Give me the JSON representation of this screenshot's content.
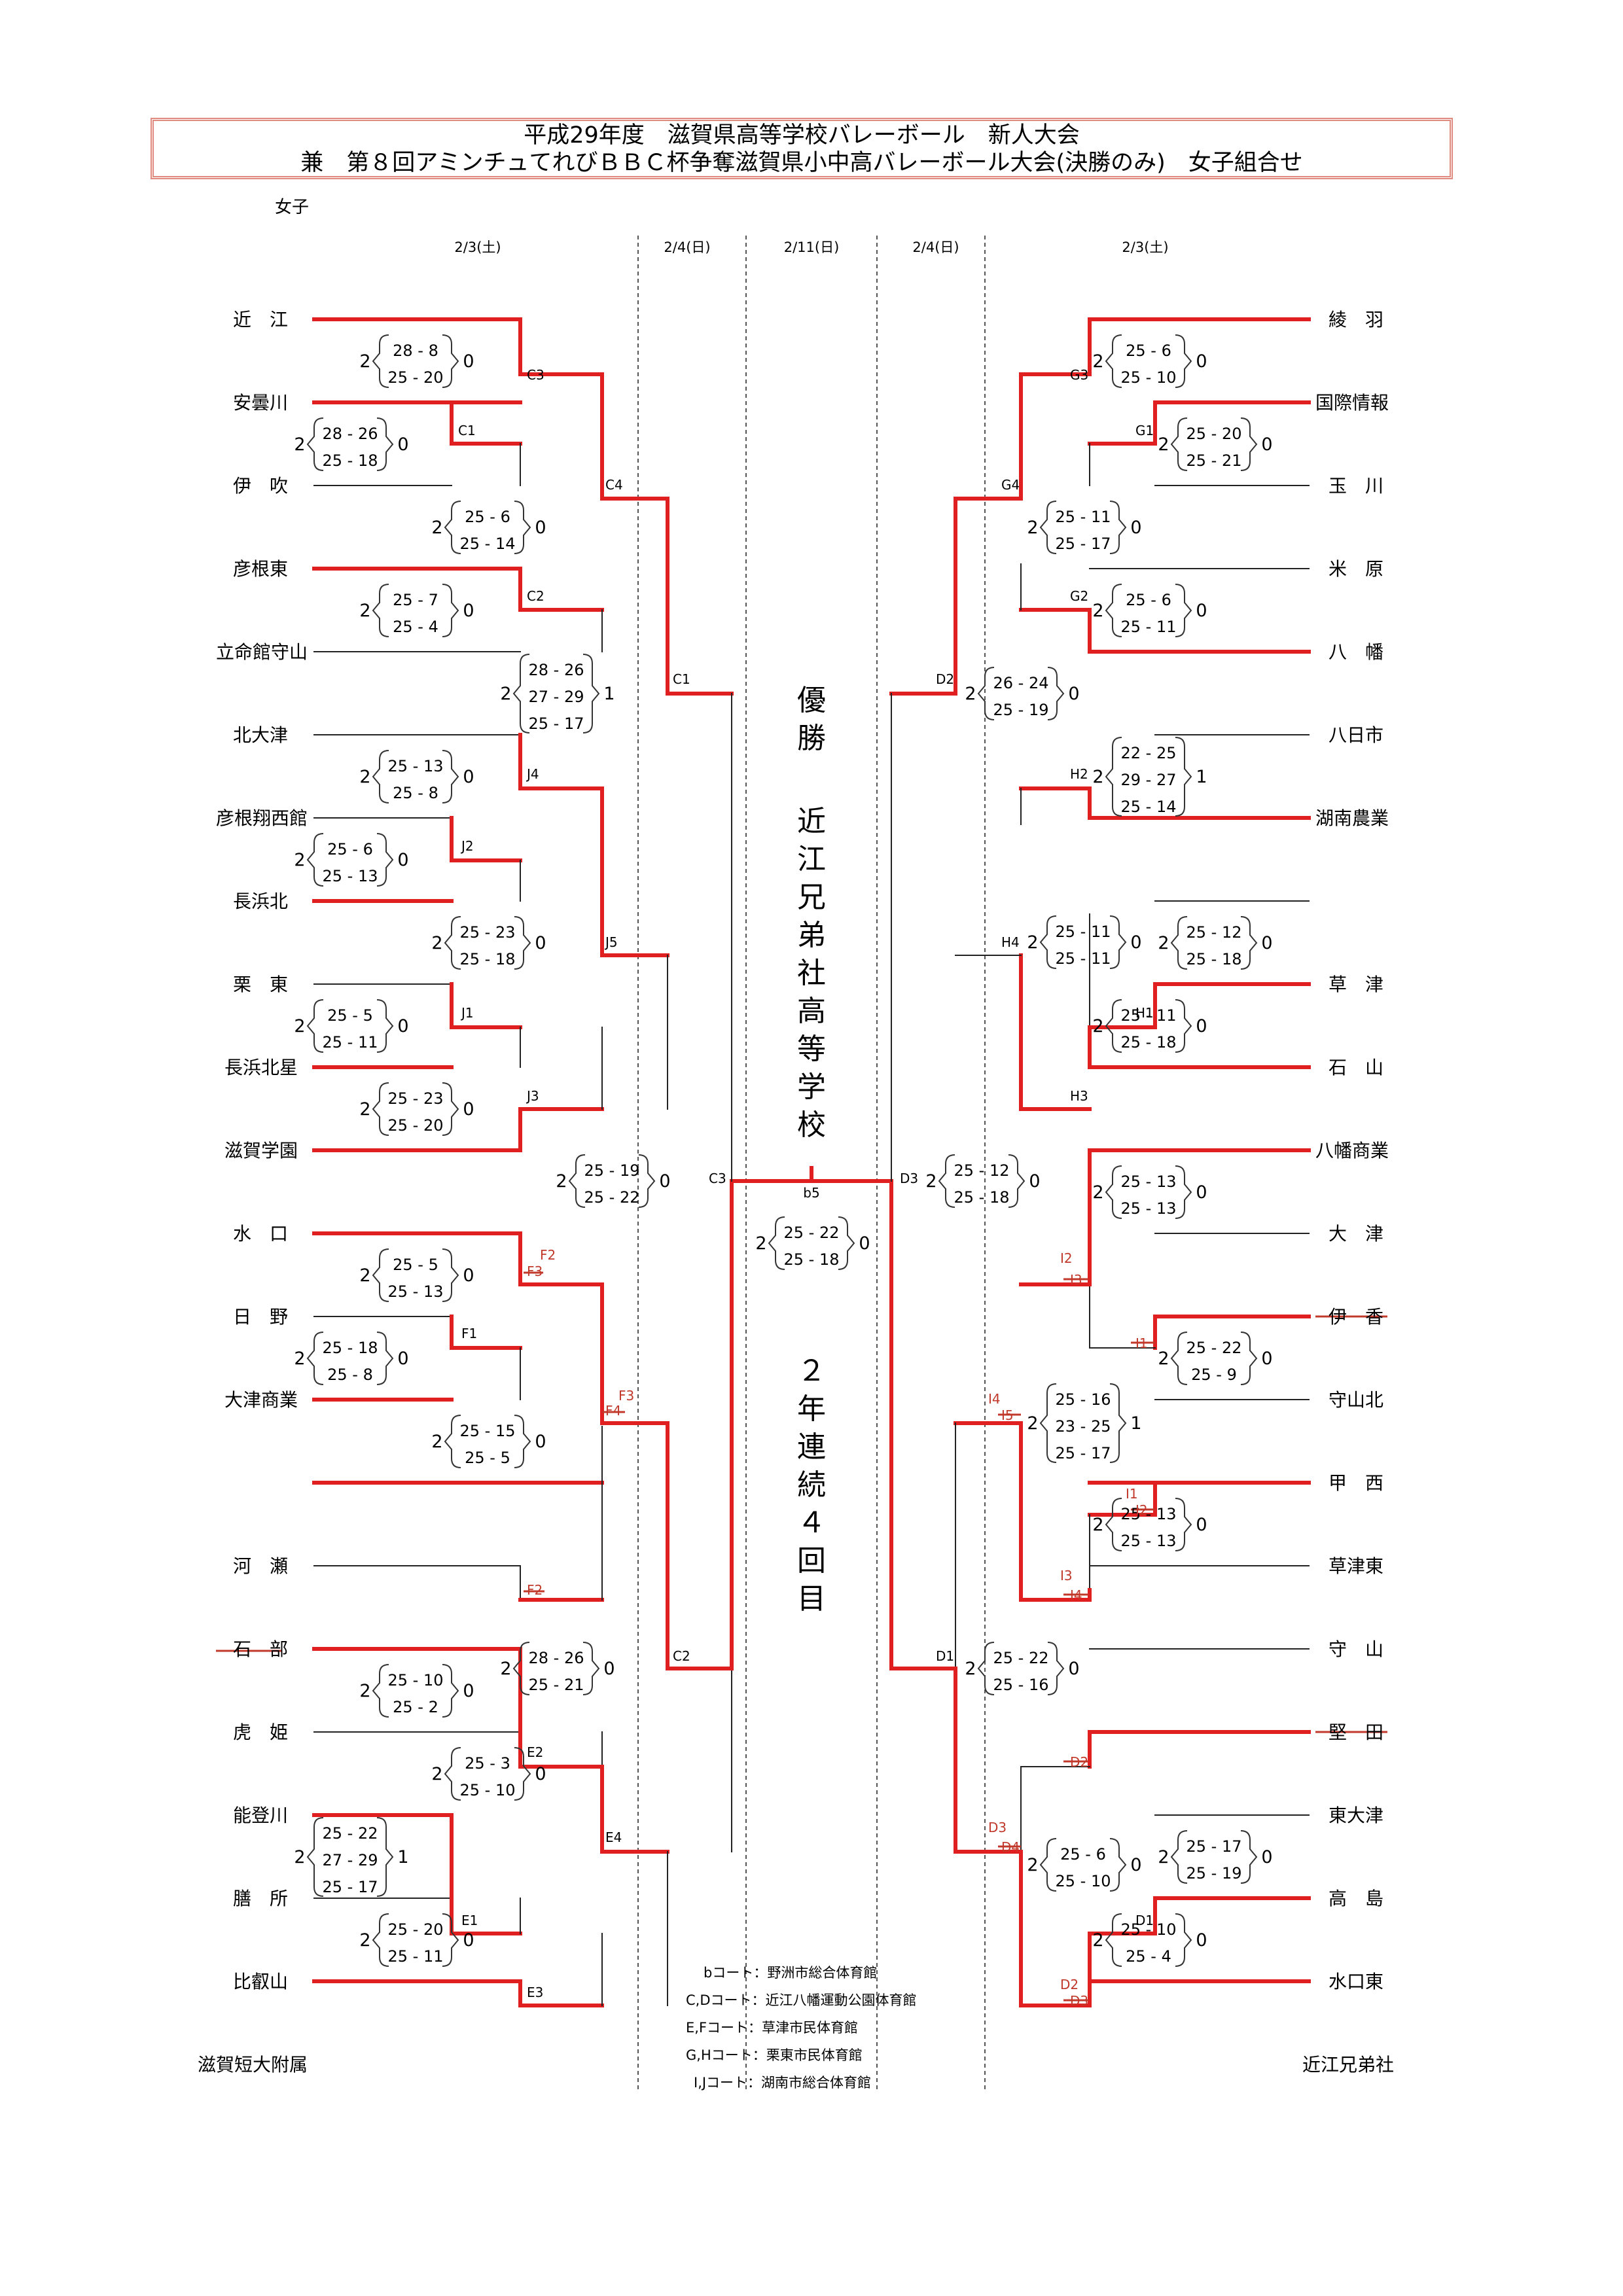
{
  "header": {
    "title_line1": "平成29年度　滋賀県高等学校バレーボール　新人大会",
    "title_line2": "兼　第８回アミンチュてれびＢＢＣ杯争奪滋賀県小中高バレーボール大会(決勝のみ)　女子組合せ",
    "category": "女子"
  },
  "dates": {
    "left_r1": "2/3(土)",
    "left_r3": "2/4(日)",
    "final": "2/11(日)",
    "right_r3": "2/4(日)",
    "right_r1": "2/3(土)"
  },
  "champion": {
    "label": "優勝",
    "team": "近江兄弟社高等学校",
    "streak": "２年連続４回目"
  },
  "colors": {
    "win": "#e02020",
    "line": "#222222",
    "mark": "#c0392b"
  },
  "left_teams": [
    "近　江",
    "安曇川",
    "伊　吹",
    "彦根東",
    "立命館守山",
    "北大津",
    "彦根翔西館",
    "長浜北",
    "栗　東",
    "長浜北星",
    "滋賀学園",
    "水　口",
    "日　野",
    "大津商業",
    "河　瀬",
    "石　部",
    "虎　姫",
    "能登川",
    "膳　所",
    "比叡山",
    "滋賀短大附属"
  ],
  "right_teams": [
    "綾　羽",
    "国際情報",
    "玉　川",
    "米　原",
    "八　幡",
    "八日市",
    "湖南農業",
    "草　津",
    "石　山",
    "八幡商業",
    "大　津",
    "伊　香",
    "守山北",
    "甲　西",
    "草津東",
    "守　山",
    "堅　田",
    "東大津",
    "高　島",
    "水口東",
    "近江兄弟社"
  ],
  "labels": {
    "C1": "C1",
    "C2": "C2",
    "C3": "C3",
    "C4": "C4",
    "J1": "J1",
    "J2": "J2",
    "J3": "J3",
    "J4": "J4",
    "J5": "J5",
    "F1": "F1",
    "F2": "F2",
    "F3": "F3",
    "F4": "F4",
    "E1": "E1",
    "E2": "E2",
    "E3": "E3",
    "E4": "E4",
    "G1": "G1",
    "G2": "G2",
    "G3": "G3",
    "G4": "G4",
    "H1": "H1",
    "H2": "H2",
    "H3": "H3",
    "H4": "H4",
    "I1": "I1",
    "I2": "I2",
    "I3": "I3",
    "I4": "I4",
    "I5": "I5",
    "D1": "D1",
    "D2": "D2",
    "D3": "D3",
    "D4": "D4",
    "b5": "b5"
  },
  "left_matches": [
    {
      "sets": [
        "28 - 8",
        "25 - 20"
      ],
      "sw": "2",
      "sl": "0"
    },
    {
      "sets": [
        "28 - 26",
        "25 - 18"
      ],
      "sw": "2",
      "sl": "0"
    },
    {
      "sets": [
        "25 - 6",
        "25 - 14"
      ],
      "sw": "2",
      "sl": "0"
    },
    {
      "sets": [
        "25 - 7",
        "25 - 4"
      ],
      "sw": "2",
      "sl": "0"
    },
    {
      "sets": [
        "28 - 26",
        "27 - 29",
        "25 - 17"
      ],
      "sw": "2",
      "sl": "1"
    },
    {
      "sets": [
        "25 - 13",
        "25 - 8"
      ],
      "sw": "2",
      "sl": "0"
    },
    {
      "sets": [
        "25 - 6",
        "25 - 13"
      ],
      "sw": "2",
      "sl": "0"
    },
    {
      "sets": [
        "25 - 23",
        "25 - 18"
      ],
      "sw": "2",
      "sl": "0"
    },
    {
      "sets": [
        "25 - 5",
        "25 - 11"
      ],
      "sw": "2",
      "sl": "0"
    },
    {
      "sets": [
        "25 - 23",
        "25 - 20"
      ],
      "sw": "2",
      "sl": "0"
    },
    {
      "sets": [
        "25 - 19",
        "25 - 22"
      ],
      "sw": "2",
      "sl": "0"
    },
    {
      "sets": [
        "25 - 5",
        "25 - 13"
      ],
      "sw": "2",
      "sl": "0"
    },
    {
      "sets": [
        "25 - 18",
        "25 - 8"
      ],
      "sw": "2",
      "sl": "0"
    },
    {
      "sets": [
        "25 - 15",
        "25 - 5"
      ],
      "sw": "2",
      "sl": "0"
    },
    {
      "sets": [
        "28 - 26",
        "25 - 21"
      ],
      "sw": "2",
      "sl": "0"
    },
    {
      "sets": [
        "25 - 10",
        "25 - 2"
      ],
      "sw": "2",
      "sl": "0"
    },
    {
      "sets": [
        "25 - 3",
        "25 - 10"
      ],
      "sw": "2",
      "sl": "0"
    },
    {
      "sets": [
        "25 - 22",
        "27 - 29",
        "25 - 17"
      ],
      "sw": "2",
      "sl": "1"
    },
    {
      "sets": [
        "25 - 20",
        "25 - 11"
      ],
      "sw": "2",
      "sl": "0"
    }
  ],
  "final_match": {
    "sets": [
      "25 - 22",
      "25 - 18"
    ],
    "sw": "2",
    "sl": "0"
  },
  "right_matches": [
    {
      "sets": [
        "25 - 6",
        "25 - 10"
      ],
      "sw": "2",
      "sl": "0"
    },
    {
      "sets": [
        "25 - 20",
        "25 - 21"
      ],
      "sw": "2",
      "sl": "0"
    },
    {
      "sets": [
        "25 - 11",
        "25 - 17"
      ],
      "sw": "2",
      "sl": "0"
    },
    {
      "sets": [
        "25 - 6",
        "25 - 11"
      ],
      "sw": "2",
      "sl": "0"
    },
    {
      "sets": [
        "26 - 24",
        "25 - 19"
      ],
      "sw": "2",
      "sl": "0"
    },
    {
      "sets": [
        "22 - 25",
        "29 - 27",
        "25 - 14"
      ],
      "sw": "2",
      "sl": "1"
    },
    {
      "sets": [
        "25 - 11",
        "25 - 11"
      ],
      "sw": "2",
      "sl": "0"
    },
    {
      "sets": [
        "25 - 12",
        "25 - 18"
      ],
      "sw": "2",
      "sl": "0"
    },
    {
      "sets": [
        "25 - 11",
        "25 - 18"
      ],
      "sw": "2",
      "sl": "0"
    },
    {
      "sets": [
        "25 - 12",
        "25 - 18"
      ],
      "sw": "2",
      "sl": "0"
    },
    {
      "sets": [
        "25 - 13",
        "25 - 13"
      ],
      "sw": "2",
      "sl": "0"
    },
    {
      "sets": [
        "25 - 16",
        "23 - 25",
        "25 - 17"
      ],
      "sw": "2",
      "sl": "1"
    },
    {
      "sets": [
        "25 - 22",
        "25 - 9"
      ],
      "sw": "2",
      "sl": "0"
    },
    {
      "sets": [
        "25 - 13",
        "25 - 13"
      ],
      "sw": "2",
      "sl": "0"
    },
    {
      "sets": [
        "25 - 22",
        "25 - 16"
      ],
      "sw": "2",
      "sl": "0"
    },
    {
      "sets": [
        "25 - 6",
        "25 - 10"
      ],
      "sw": "2",
      "sl": "0"
    },
    {
      "sets": [
        "25 - 17",
        "25 - 19"
      ],
      "sw": "2",
      "sl": "0"
    },
    {
      "sets": [
        "25 - 10",
        "25 - 4"
      ],
      "sw": "2",
      "sl": "0"
    }
  ],
  "venues": [
    "bコート：野洲市総合体育館",
    "C,Dコート：近江八幡運動公園体育館",
    "E,Fコート：草津市民体育館",
    "G,Hコート：栗東市民体育館",
    "I,Jコート：湖南市総合体育館"
  ]
}
